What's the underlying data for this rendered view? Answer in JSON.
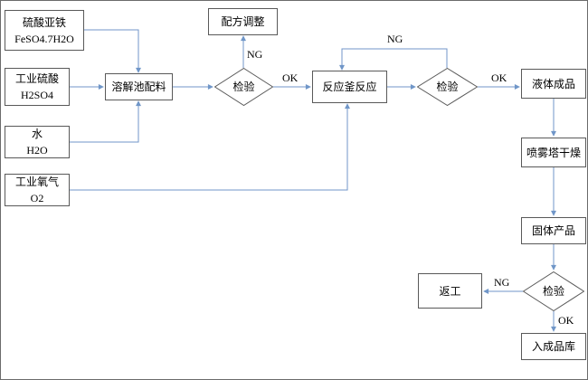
{
  "diagram": {
    "type": "flowchart",
    "nodes": {
      "ferrous_sulfate": {
        "line1": "硫酸亚铁",
        "line2": "FeSO4.7H2O"
      },
      "sulfuric_acid": {
        "line1": "工业硫酸",
        "line2": "H2SO4"
      },
      "water": {
        "line1": "水",
        "line2": "H2O"
      },
      "oxygen": {
        "line1": "工业氧气",
        "line2": "O2"
      },
      "dissolving_pool": {
        "label": "溶解池配料"
      },
      "formula_adjustment": {
        "label": "配方调整"
      },
      "inspection_1": {
        "label": "检验"
      },
      "reaction_kettle": {
        "label": "反应釜反应"
      },
      "inspection_2": {
        "label": "检验"
      },
      "liquid_product": {
        "label": "液体成品"
      },
      "spray_tower_drying": {
        "label": "喷雾塔干燥"
      },
      "solid_product": {
        "label": "固体产品"
      },
      "inspection_3": {
        "label": "检验"
      },
      "rework": {
        "label": "返工"
      },
      "finished_goods_warehouse": {
        "label": "入成品库"
      }
    },
    "edge_labels": {
      "inspection1_ng": "NG",
      "inspection1_ok": "OK",
      "inspection2_ng": "NG",
      "inspection2_ok": "OK",
      "inspection3_ng": "NG",
      "inspection3_ok": "OK"
    },
    "colors": {
      "arrow": "#7096c8",
      "node_border": "#595959",
      "text": "#000000",
      "background": "#ffffff"
    }
  }
}
